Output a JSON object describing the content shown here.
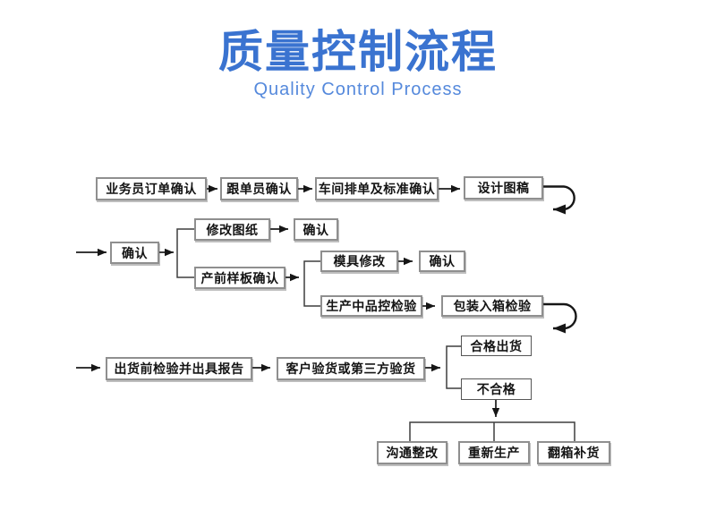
{
  "page": {
    "background": "#ffffff"
  },
  "title": {
    "main": "质量控制流程",
    "subtitle": "Quality Control Process",
    "main_color": "#3a73d0",
    "subtitle_color": "#5589dc"
  },
  "flow": {
    "line_color": "#1c1c1c",
    "branch_line_color": "#3f3f3f",
    "box_border_color": "#8f8f8f",
    "box_background": "#ffffff",
    "nodes": [
      {
        "label": "业务员订单确认"
      },
      {
        "label": "跟单员确认"
      },
      {
        "label": "车间排单及标准确认"
      },
      {
        "label": "设计图稿"
      },
      {
        "label": "确认"
      },
      {
        "label": "修改图纸"
      },
      {
        "label": "确认"
      },
      {
        "label": "产前样板确认"
      },
      {
        "label": "模具修改"
      },
      {
        "label": "确认"
      },
      {
        "label": "生产中品控检验"
      },
      {
        "label": "包装入箱检验"
      },
      {
        "label": "出货前检验并出具报告"
      },
      {
        "label": "客户验货或第三方验货"
      },
      {
        "label": "合格出货"
      },
      {
        "label": "不合格"
      },
      {
        "label": "沟通整改"
      },
      {
        "label": "重新生产"
      },
      {
        "label": "翻箱补货"
      }
    ]
  }
}
